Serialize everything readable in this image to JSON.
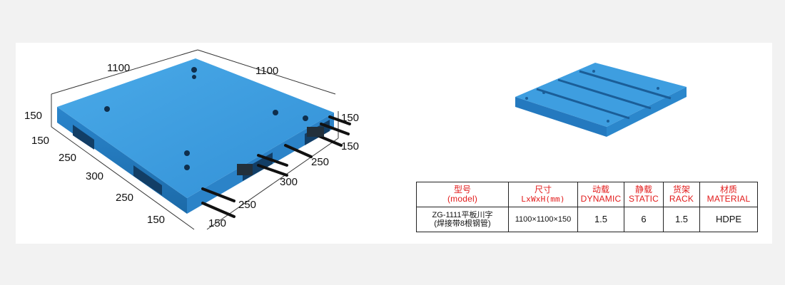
{
  "dimensions": {
    "length": "1100",
    "width": "1100",
    "height_left": "150",
    "height_right": "150",
    "left_side": [
      "150",
      "250",
      "300",
      "250",
      "150"
    ],
    "right_side": [
      "150",
      "250",
      "300",
      "250",
      "150"
    ]
  },
  "table": {
    "headers": [
      {
        "zh": "型号",
        "en": "(model)"
      },
      {
        "zh": "尺寸",
        "en": "LxWxH(mm)"
      },
      {
        "zh": "动载",
        "en": "DYNAMIC"
      },
      {
        "zh": "静载",
        "en": "STATIC"
      },
      {
        "zh": "货架",
        "en": "RACK"
      },
      {
        "zh": "材质",
        "en": "MATERIAL"
      }
    ],
    "row": {
      "model_line1": "ZG-1111平板川字",
      "model_line2": "(焊接带8根钢管)",
      "size": "1100×1100×150",
      "dynamic": "1.5",
      "static": "6",
      "rack": "1.5",
      "material": "HDPE"
    }
  },
  "colors": {
    "pallet_top": "#3e9ee0",
    "pallet_side": "#2479bf",
    "pallet_dark": "#1b5e98",
    "header_text": "#e21b1b"
  }
}
